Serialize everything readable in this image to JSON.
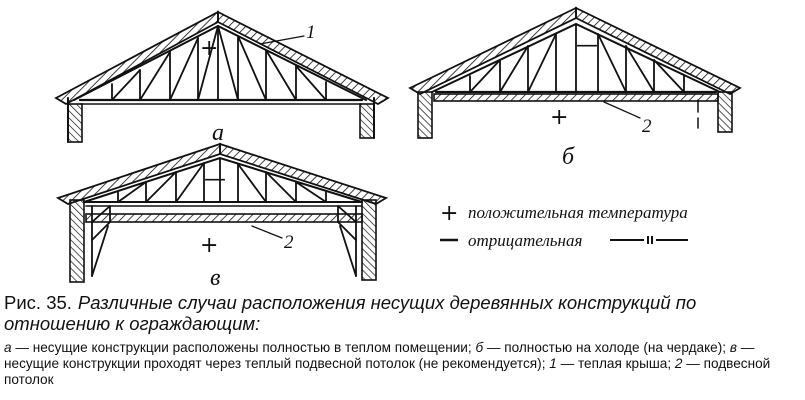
{
  "figure": {
    "diagram_a": {
      "label": "а",
      "sign_inside": "+",
      "callout": "1"
    },
    "diagram_b": {
      "label": "б",
      "sign_inside_roof": "—",
      "sign_room": "+",
      "callout": "2"
    },
    "diagram_v": {
      "label": "в",
      "sign_inside_roof": "—",
      "sign_room": "+",
      "callout": "2"
    },
    "legend": {
      "positive_symbol": "+",
      "positive_text": "положительная температура",
      "negative_text": "отрицательная",
      "negative_repeat_mark": "—",
      "ditto": "—— "
    }
  },
  "caption": {
    "label": "Рис. 35.",
    "text": "Различные случаи расположения несущих деревянных конструкций по отношению к ограждающим:",
    "desc_line1_part1": "а",
    "desc_line1_part2": " — несущие конструкции расположены полностью в теплом помещении; ",
    "desc_line1_part3": "б",
    "desc_line1_part4": " — полностью на холоде (на чердаке); ",
    "desc_line1_part5": "в",
    "desc_line1_part6": " — несущие конструкции проходят через теплый подвесной потолок (не рекомендуется); ",
    "desc_line1_part7": "1",
    "desc_line1_part8": " — теплая крыша; ",
    "desc_line1_part9": "2",
    "desc_line1_part10": " — подвесной потолок"
  }
}
